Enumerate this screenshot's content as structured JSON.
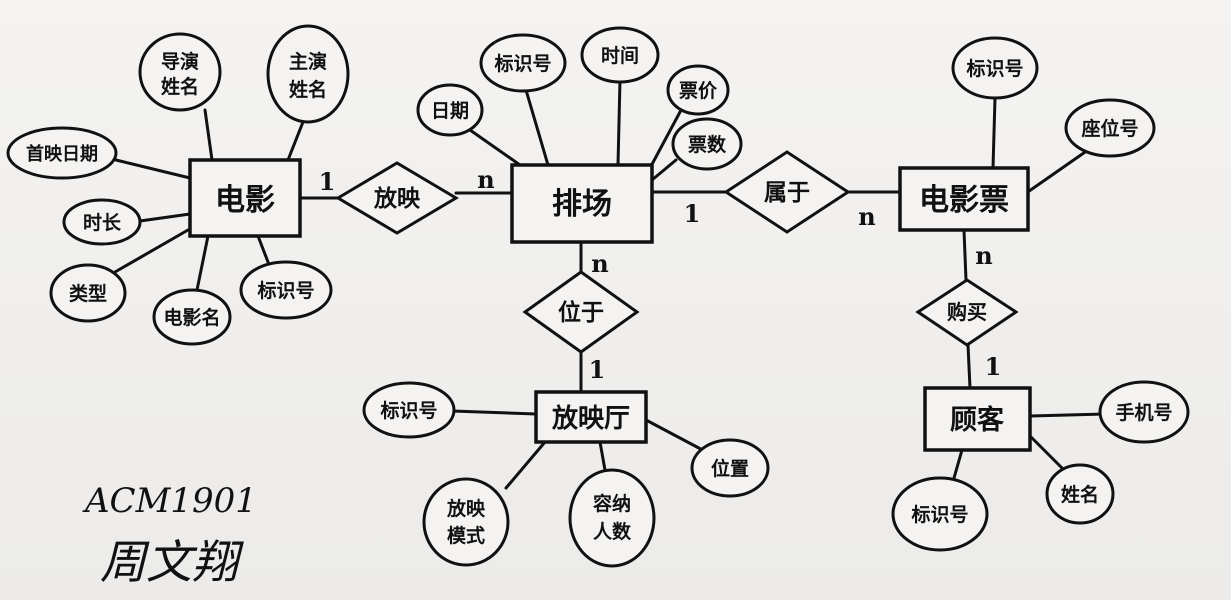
{
  "entities": {
    "movie": "电影",
    "session": "排场",
    "ticket": "电影票",
    "hall": "放映厅",
    "customer": "顾客"
  },
  "relationships": {
    "screens": "放映",
    "belongs": "属于",
    "located": "位于",
    "buy": "购买"
  },
  "cardinalities": {
    "movie_screens": "1",
    "screens_session": "n",
    "session_belongs": "1",
    "belongs_ticket": "n",
    "session_located": "n",
    "located_hall": "1",
    "ticket_buy": "n",
    "buy_customer": "1"
  },
  "attributes": {
    "movie_director": [
      "导演",
      "姓名"
    ],
    "movie_actor": [
      "主演",
      "姓名"
    ],
    "movie_premiere": "首映日期",
    "movie_duration": "时长",
    "movie_genre": "类型",
    "movie_name": "电影名",
    "movie_id": "标识号",
    "session_date": "日期",
    "session_id": "标识号",
    "session_time": "时间",
    "session_price": "票价",
    "session_count": "票数",
    "ticket_id": "标识号",
    "ticket_seat": "座位号",
    "hall_id": "标识号",
    "hall_mode": [
      "放映",
      "模式"
    ],
    "hall_capacity": [
      "容纳",
      "人数"
    ],
    "hall_location": "位置",
    "customer_phone": "手机号",
    "customer_name": "姓名",
    "customer_id": "标识号"
  },
  "signature": {
    "class": "ACM1901",
    "name": "周文翔"
  }
}
